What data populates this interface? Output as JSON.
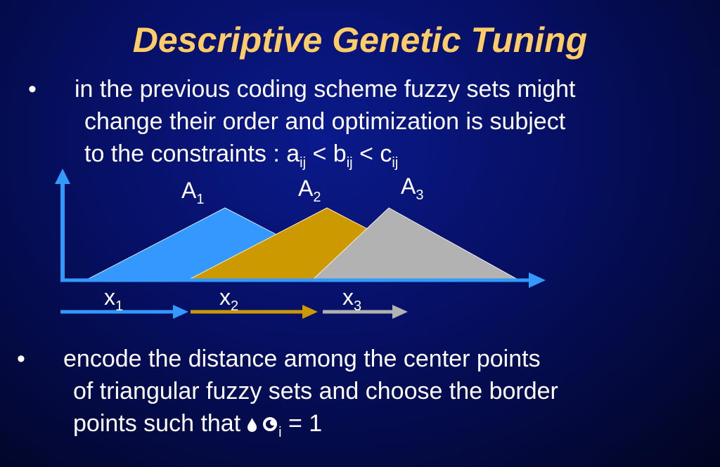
{
  "title": "Descriptive Genetic Tuning",
  "bullet1": {
    "line1": "in the previous coding scheme fuzzy sets might",
    "line2": "change their order and optimization is subject",
    "line3_prefix": "to the constraints : a",
    "sub_a": "ij",
    "lt1": " < b",
    "sub_b": "ij",
    "lt2": " <  c",
    "sub_c": "ij"
  },
  "bullet_char": "•",
  "sets": [
    {
      "label": "A",
      "sub": "1",
      "color": "#3399ff"
    },
    {
      "label": "A",
      "sub": "2",
      "color": "#cc9900"
    },
    {
      "label": "A",
      "sub": "3",
      "color": "#b2b2b2"
    }
  ],
  "distances": [
    {
      "label": "x",
      "sub": "1",
      "color": "#3399ff"
    },
    {
      "label": "x",
      "sub": "2",
      "color": "#cc9900"
    },
    {
      "label": "x",
      "sub": "3",
      "color": "#b2b2b2"
    }
  ],
  "bullet2": {
    "line1": "encode the distance among the center points",
    "line2": "of triangular fuzzy sets and choose the border",
    "line3_prefix": "points such that",
    "sub_i": "i",
    "equals": " = 1"
  },
  "colors": {
    "title": "#ffcc66",
    "axis": "#3399ff",
    "background": "#061066"
  }
}
